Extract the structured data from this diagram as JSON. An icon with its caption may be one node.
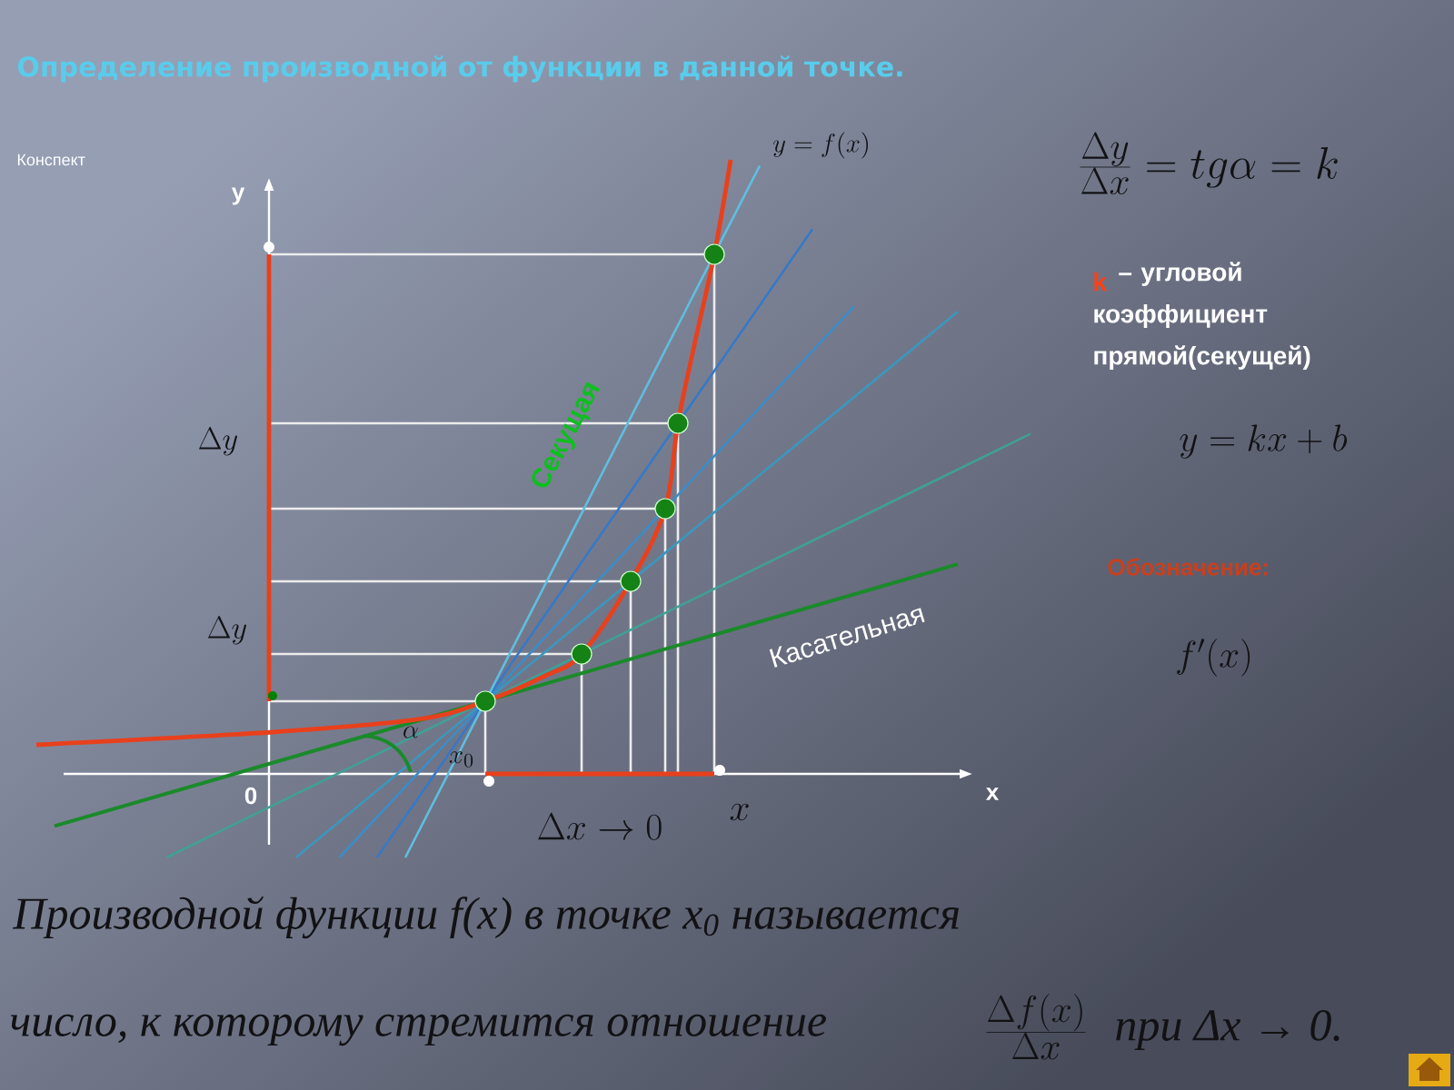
{
  "diagram": {
    "title": "Определение производной от функции в данной точке.",
    "labels": [
      "Конспект",
      "y = f(x)",
      "\\frac{\\Delta y}{\\Delta x}=tg\\alpha=k",
      "y",
      "k",
      "– угловой коэффициент прямой(секущей)",
      "y=kx+b",
      "Секущая",
      "\\Delta y",
      "Обозначение:",
      "\\Delta y",
      "Касательная",
      "f'(x)",
      "\\alpha",
      "x_0",
      "0",
      "x",
      "\\Delta x \\to 0",
      "x",
      "Производной функции f(x) в точке x$_{0}$ называется",
      "число, к которому  стремится  отношение",
      "\\frac{\\Delta f(x)}{\\Delta x}",
      "при Δx → 0."
    ]
  }
}
